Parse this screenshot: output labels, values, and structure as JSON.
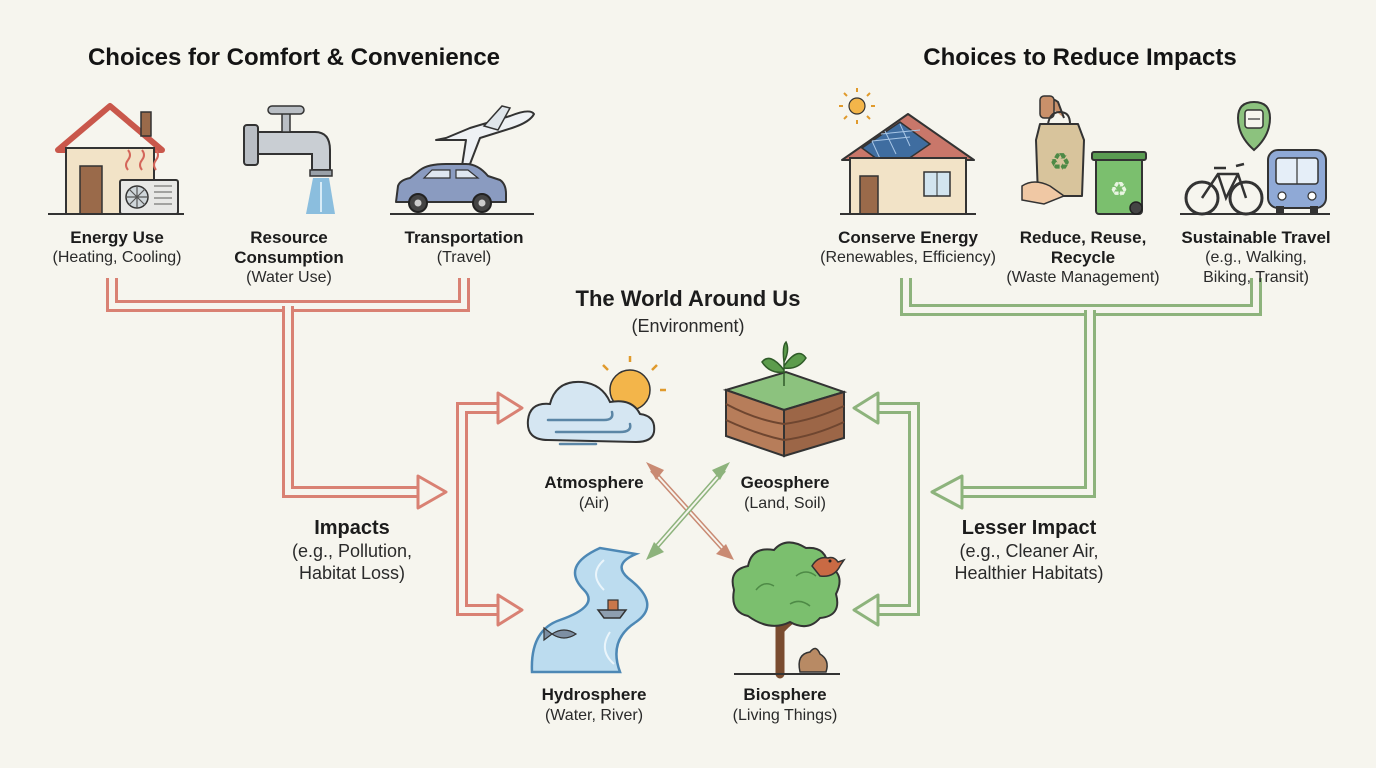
{
  "left": {
    "heading": "Choices for Comfort & Convenience",
    "items": [
      {
        "title_lines": [
          "Energy Use"
        ],
        "sub_lines": [
          "(Heating, Cooling)"
        ],
        "icon": "house-heating-icon"
      },
      {
        "title_lines": [
          "Resource",
          "Consumption"
        ],
        "sub_lines": [
          "(Water Use)"
        ],
        "icon": "faucet-icon"
      },
      {
        "title_lines": [
          "Transportation"
        ],
        "sub_lines": [
          "(Travel)"
        ],
        "icon": "car-plane-icon"
      }
    ],
    "impact": {
      "title": "Impacts",
      "sub_lines": [
        "(e.g., Pollution,",
        "Habitat Loss)"
      ]
    }
  },
  "right": {
    "heading": "Choices to Reduce Impacts",
    "items": [
      {
        "title_lines": [
          "Conserve Energy"
        ],
        "sub_lines": [
          "(Renewables, Efficiency)"
        ],
        "icon": "solar-house-icon"
      },
      {
        "title_lines": [
          "Reduce, Reuse,",
          "Recycle"
        ],
        "sub_lines": [
          "(Waste Management)"
        ],
        "icon": "recycle-icon"
      },
      {
        "title_lines": [
          "Sustainable Travel"
        ],
        "sub_lines": [
          "(e.g., Walking,",
          "Biking, Transit)"
        ],
        "icon": "bike-bus-icon"
      }
    ],
    "impact": {
      "title": "Lesser Impact",
      "sub_lines": [
        "(e.g., Cleaner Air,",
        "Healthier Habitats)"
      ]
    }
  },
  "center": {
    "title": "The World Around Us",
    "subtitle": "(Environment)",
    "spheres": [
      {
        "title": "Atmosphere",
        "sub": "(Air)",
        "icon": "cloud-wind-sun-icon"
      },
      {
        "title": "Geosphere",
        "sub": "(Land, Soil)",
        "icon": "soil-layers-icon"
      },
      {
        "title": "Hydrosphere",
        "sub": "(Water, River)",
        "icon": "river-icon"
      },
      {
        "title": "Biosphere",
        "sub": "(Living Things)",
        "icon": "tree-icon"
      }
    ]
  },
  "colors": {
    "negative_arrow": "#d98173",
    "positive_arrow": "#8db37c",
    "background": "#f6f5ee"
  }
}
